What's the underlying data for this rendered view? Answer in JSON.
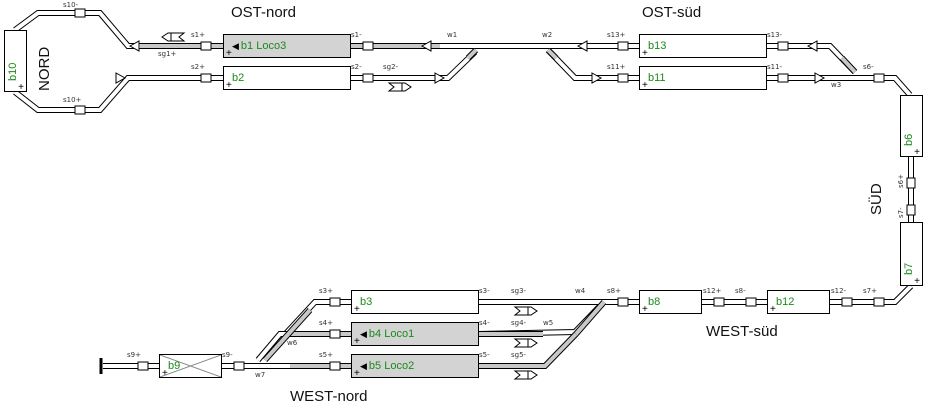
{
  "areas": {
    "ost_nord": "OST-nord",
    "ost_sued": "OST-süd",
    "west_sued": "WEST-süd",
    "west_nord": "WEST-nord",
    "nord": "NORD",
    "sued": "SÜD"
  },
  "blocks": [
    {
      "id": "b1",
      "label": "b1 Loco3",
      "occupied": true,
      "direction": "left"
    },
    {
      "id": "b2",
      "label": "b2",
      "occupied": false
    },
    {
      "id": "b13",
      "label": "b13",
      "occupied": false
    },
    {
      "id": "b11",
      "label": "b11",
      "occupied": false
    },
    {
      "id": "b6",
      "label": "b6",
      "occupied": false
    },
    {
      "id": "b7",
      "label": "b7",
      "occupied": false
    },
    {
      "id": "b8",
      "label": "b8",
      "occupied": false
    },
    {
      "id": "b12",
      "label": "b12",
      "occupied": false
    },
    {
      "id": "b3",
      "label": "b3",
      "occupied": false
    },
    {
      "id": "b4",
      "label": "b4 Loco1",
      "occupied": true,
      "direction": "left"
    },
    {
      "id": "b5",
      "label": "b5 Loco2",
      "occupied": true,
      "direction": "left"
    },
    {
      "id": "b9",
      "label": "b9",
      "occupied": false,
      "closed": true
    },
    {
      "id": "b10",
      "label": "b10",
      "occupied": false
    }
  ],
  "sensors": {
    "s10m": "s10-",
    "s10p": "s10+",
    "s1p": "s1+",
    "sg1p": "sg1+",
    "s2p": "s2+",
    "s1m": "s1-",
    "s2m": "s2-",
    "sg2m": "sg2-",
    "w1": "w1",
    "w2": "w2",
    "s13p": "s13+",
    "s11p": "s11+",
    "s13m": "s13-",
    "s11m": "s11-",
    "s6m": "s6-",
    "w3": "w3",
    "s6p": "s6+",
    "s7m": "s7-",
    "s7p": "s7+",
    "s12m": "s12-",
    "s8m": "s8-",
    "s12p": "s12+",
    "s8p": "s8+",
    "w4": "w4",
    "s3p": "s3+",
    "s3m": "s3-",
    "sg3m": "sg3-",
    "s4p": "s4+",
    "s4m": "s4-",
    "sg4m": "sg4-",
    "w5": "w5",
    "s5p": "s5+",
    "s5m": "s5-",
    "sg5m": "sg5-",
    "w6": "w6",
    "w7": "w7",
    "s9p": "s9+",
    "s9m": "s9-"
  },
  "colors": {
    "track": "#000000",
    "reserved": "#c8c8c8",
    "occupied_block": "#d3d3d3",
    "block_label": "#1a8a1a"
  }
}
